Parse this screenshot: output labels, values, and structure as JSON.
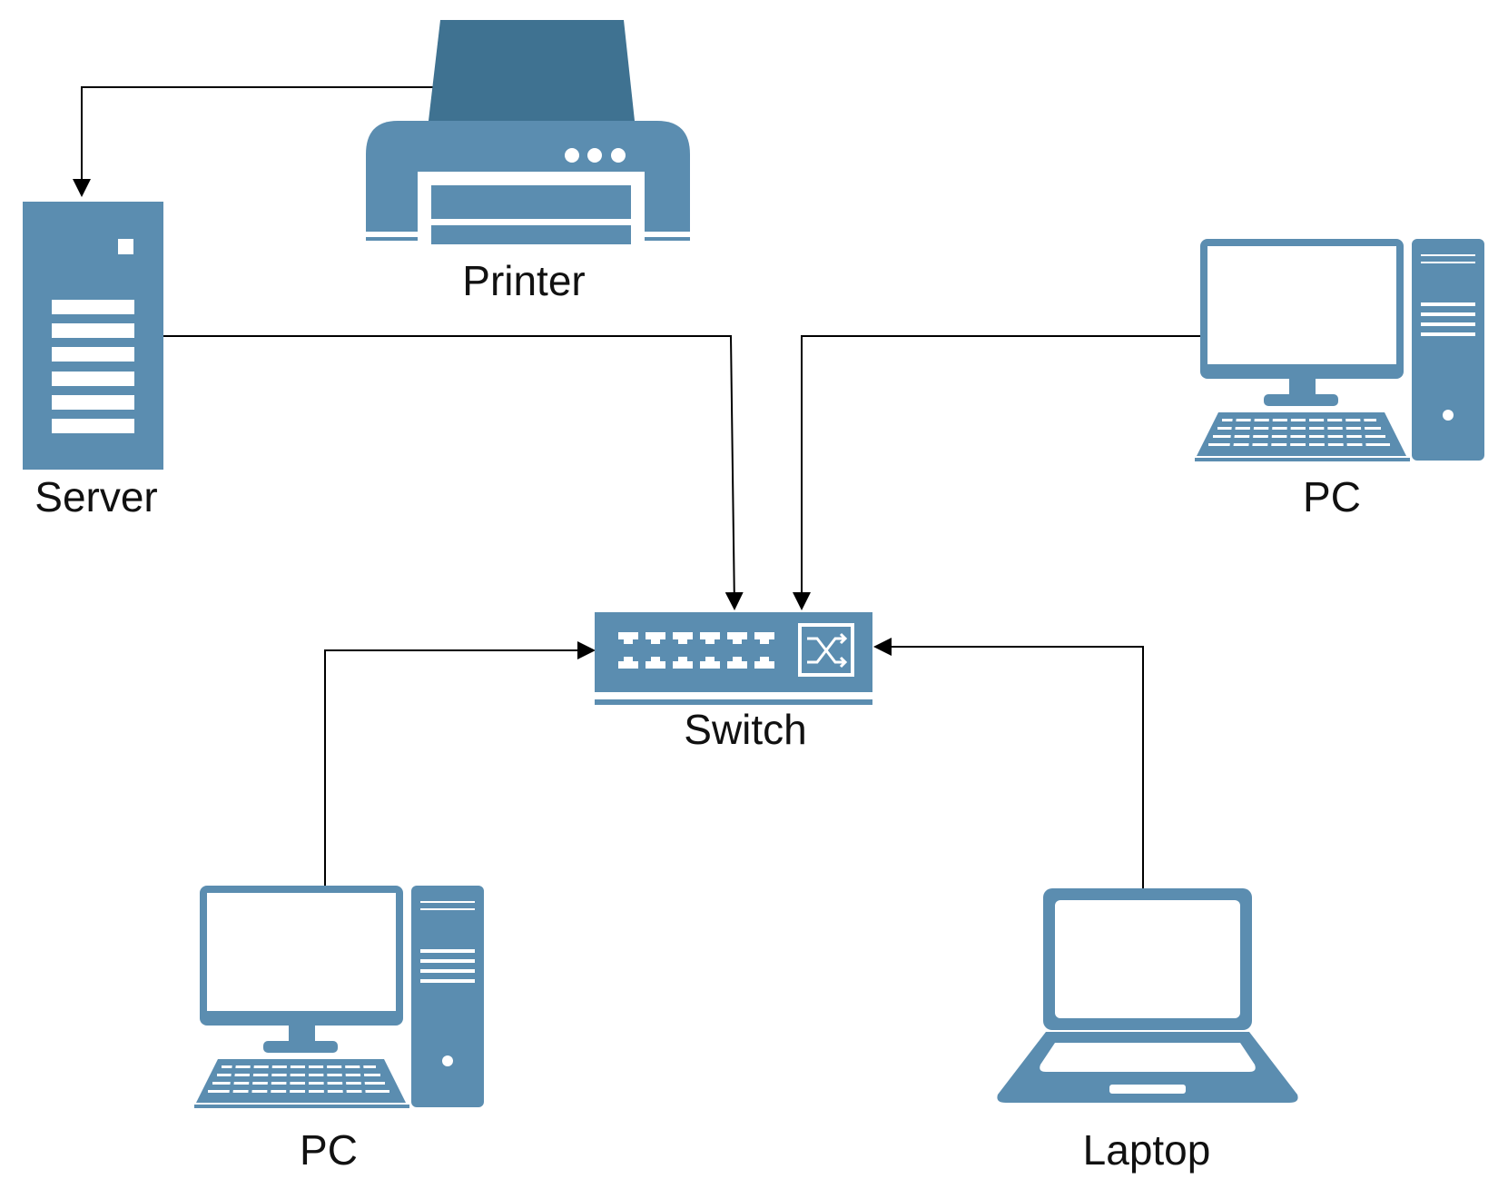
{
  "diagram": {
    "colors": {
      "icon": "#5b8db0",
      "icon_dark": "#3f7291",
      "line": "#000000",
      "background": "#ffffff"
    },
    "nodes": {
      "printer": {
        "label": "Printer",
        "icon": "printer-icon"
      },
      "server": {
        "label": "Server",
        "icon": "server-icon"
      },
      "pc_top": {
        "label": "PC",
        "icon": "desktop-pc-icon"
      },
      "switch": {
        "label": "Switch",
        "icon": "network-switch-icon"
      },
      "pc_bottom": {
        "label": "PC",
        "icon": "desktop-pc-icon"
      },
      "laptop": {
        "label": "Laptop",
        "icon": "laptop-icon"
      }
    },
    "edges": [
      {
        "from": "printer",
        "to": "server"
      },
      {
        "from": "server",
        "to": "switch"
      },
      {
        "from": "pc_top",
        "to": "switch"
      },
      {
        "from": "pc_bottom",
        "to": "switch"
      },
      {
        "from": "laptop",
        "to": "switch"
      }
    ]
  }
}
